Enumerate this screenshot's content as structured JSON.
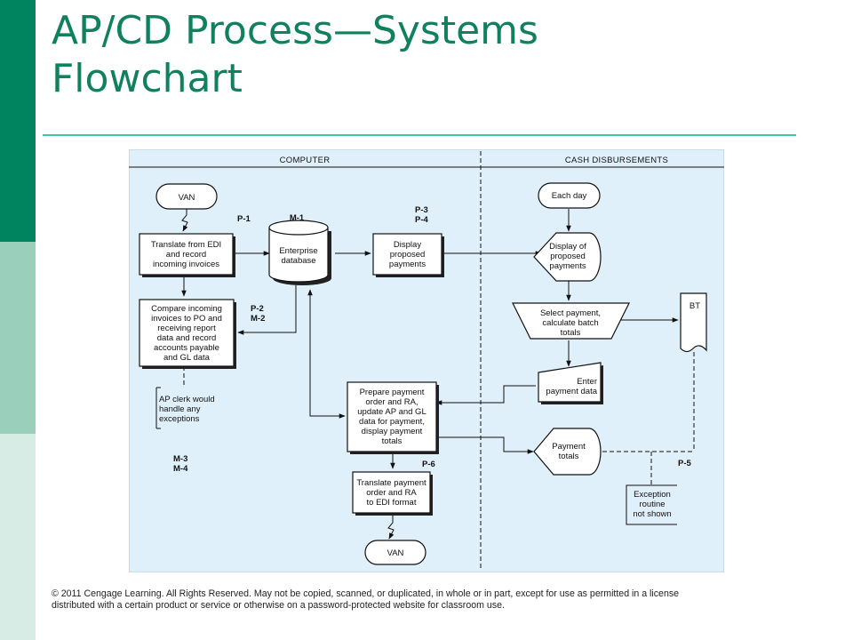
{
  "slide": {
    "title_line1": "AP/CD Process—Systems",
    "title_line2": "Flowchart",
    "copyright_line1": "© 2011 Cengage Learning. All Rights Reserved. May not be copied, scanned, or duplicated, in whole or in part, except for use as permitted in a license",
    "copyright_line2": "distributed with a certain product or service or otherwise on a password-protected website for classroom use."
  },
  "columns": {
    "left": "COMPUTER",
    "right": "CASH DISBURSEMENTS"
  },
  "codes": {
    "p1": "P-1",
    "m1": "M-1",
    "p3": "P-3",
    "p4": "P-4",
    "p2": "P-2",
    "m2": "M-2",
    "m3": "M-3",
    "m4": "M-4",
    "p6": "P-6",
    "p5": "P-5"
  },
  "nodes": {
    "van_top": "VAN",
    "translate": [
      "Translate from EDI",
      "and record",
      "incoming invoices"
    ],
    "database": [
      "Enterprise",
      "database"
    ],
    "display": [
      "Display",
      "proposed",
      "payments"
    ],
    "compare": [
      "Compare incoming",
      "invoices to PO and",
      "receiving report",
      "data and record",
      "accounts payable",
      "and GL data"
    ],
    "ap_clerk": [
      "AP clerk would",
      "handle any",
      "exceptions"
    ],
    "prepare": [
      "Prepare payment",
      "order and RA,",
      "update AP and GL",
      "data for payment,",
      "display payment",
      "totals"
    ],
    "translate_ra": [
      "Translate payment",
      "order and RA",
      "to EDI format"
    ],
    "van_bottom": "VAN",
    "each_day": "Each day",
    "display_of": [
      "Display of",
      "proposed",
      "payments"
    ],
    "select": [
      "Select payment,",
      "calculate batch",
      "totals"
    ],
    "bt": "BT",
    "enter": [
      "Enter",
      "payment data"
    ],
    "payment_totals": [
      "Payment",
      "totals"
    ],
    "exception": [
      "Exception",
      "routine",
      "not shown"
    ]
  }
}
